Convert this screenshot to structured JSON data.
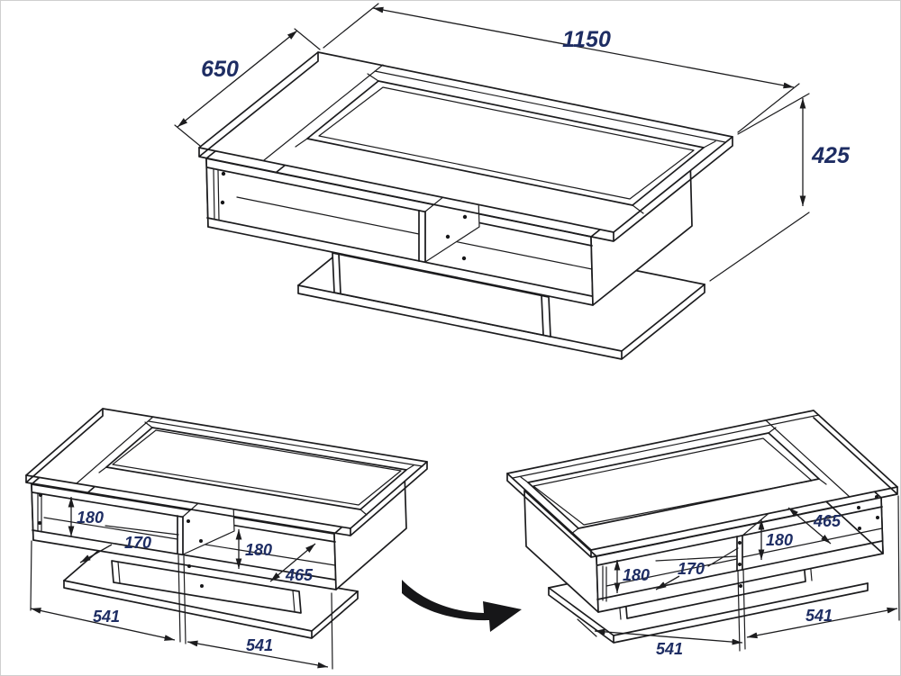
{
  "page": {
    "background": "#ffffff",
    "border_color": "#cfcfcf",
    "ink_color": "#1c1c1e",
    "dim_text_color": "#1e2d63"
  },
  "drawing": {
    "type": "furniture-dimension-diagram",
    "overview": {
      "length": "1150",
      "width": "650",
      "height": "425"
    },
    "view_a": {
      "shelf_height_left": "180",
      "clearance": "170",
      "shelf_height_right": "180",
      "depth": "465",
      "span_left": "541",
      "span_right": "541"
    },
    "view_b": {
      "depth": "465",
      "shelf_height_right": "180",
      "clearance": "170",
      "shelf_height_left": "180",
      "span_left": "541",
      "span_right": "541"
    }
  }
}
